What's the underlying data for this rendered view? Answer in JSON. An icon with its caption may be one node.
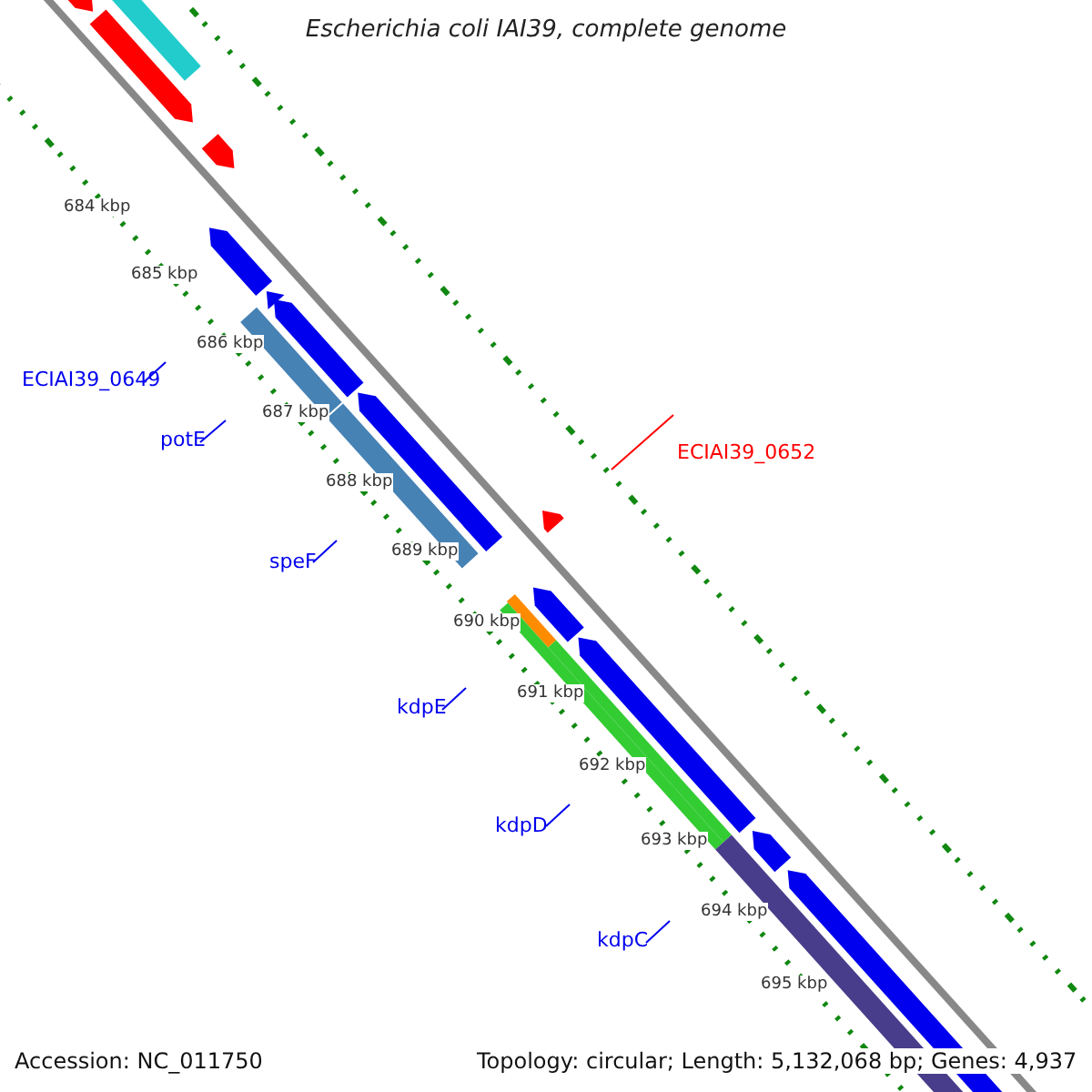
{
  "diagram": {
    "title": "Escherichia coli IAI39, complete genome",
    "nodes": [
      {
        "text": [
          "ECIAI39_0649"
        ]
      },
      {
        "text": [
          "potE"
        ]
      },
      {
        "text": [
          "speF"
        ]
      },
      {
        "text": [
          "ECIAI39_0652"
        ]
      },
      {
        "text": [
          "kdpE"
        ]
      },
      {
        "text": [
          "kdpD"
        ]
      },
      {
        "text": [
          "kdpC"
        ]
      }
    ],
    "edges": [
      {
        "from": 0,
        "to": null,
        "arrow": "none"
      },
      {
        "from": 1,
        "to": null,
        "arrow": "none"
      },
      {
        "from": 2,
        "to": null,
        "arrow": "none"
      },
      {
        "from": 3,
        "to": null,
        "arrow": "none",
        "color": "#ff0000"
      },
      {
        "from": 4,
        "to": null,
        "arrow": "none"
      },
      {
        "from": 5,
        "to": null,
        "arrow": "none"
      },
      {
        "from": 6,
        "to": null,
        "arrow": "none"
      }
    ],
    "labels": [
      "684 kbp",
      "685 kbp",
      "686 kbp",
      "687 kbp",
      "688 kbp",
      "689 kbp",
      "690 kbp",
      "691 kbp",
      "692 kbp",
      "693 kbp",
      "694 kbp",
      "695 kbp",
      "Accession: NC_011750",
      "Topology: circular; Length: 5,132,068 bp; Genes: 4,937"
    ]
  }
}
